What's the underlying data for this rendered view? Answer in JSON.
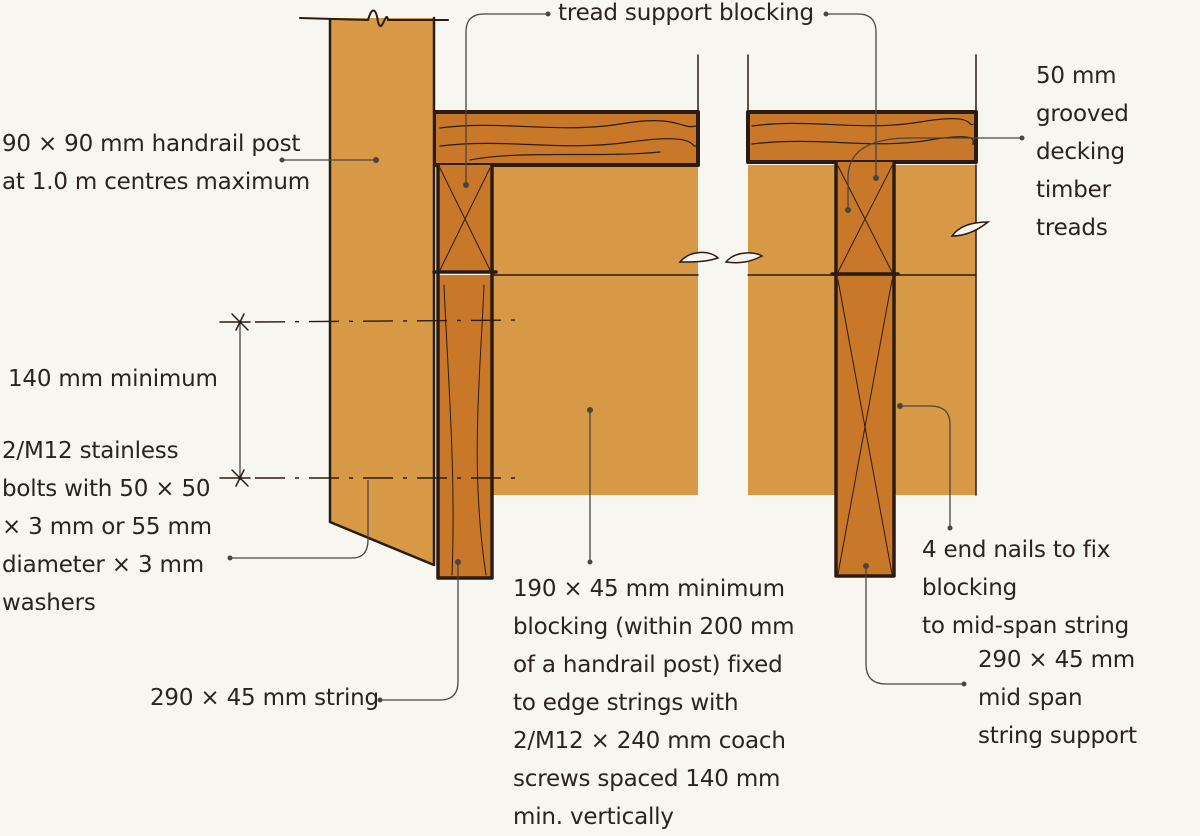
{
  "colors": {
    "background": "#f8f6f1",
    "timber_light": "#d79945",
    "timber_dark": "#c87828",
    "outline": "#2a1c12",
    "text": "#2a2320"
  },
  "labels": {
    "tread_support_blocking": "tread support blocking",
    "decking_treads": "50 mm\ngrooved\ndecking\ntimber\ntreads",
    "handrail_post": "90 × 90 mm handrail post\nat 1.0 m centres maximum",
    "min_140": "140 mm minimum",
    "bolts": "2/M12 stainless\nbolts with 50 × 50\n× 3 mm or 55 mm\ndiameter × 3 mm\nwashers",
    "end_nails": "4 end nails to fix blocking\nto mid-span string",
    "string": "290 × 45 mm string",
    "blocking": "190 × 45 mm minimum\nblocking (within 200 mm\nof a handrail post) fixed\nto edge strings with\n2/M12 × 240 mm coach\nscrews spaced 140 mm\nmin. vertically",
    "mid_span": "290 × 45 mm\nmid span\nstring support"
  }
}
